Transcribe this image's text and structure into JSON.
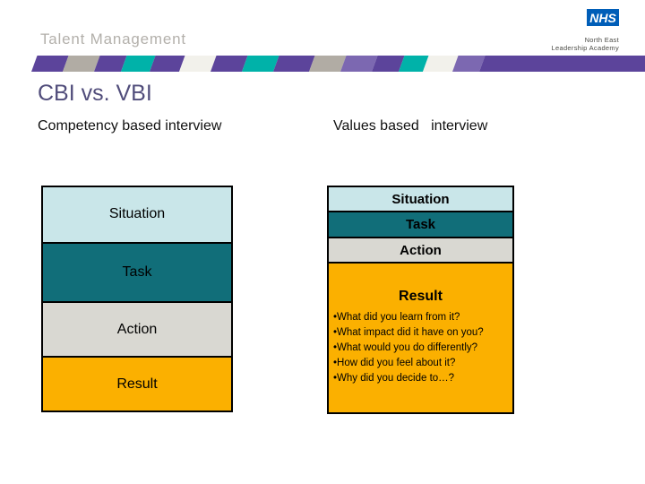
{
  "brand": {
    "program": "Talent Management",
    "nhs_logo": "NHS",
    "org_line1": "North East",
    "org_line2": "Leadership Academy",
    "nhs_blue": "#005EB8"
  },
  "slide": {
    "title": "CBI vs. VBI",
    "title_color": "#514D7B",
    "background": "#FFFFFF"
  },
  "banner": {
    "segments": [
      {
        "color": "#5C449B",
        "width": 35
      },
      {
        "color": "#B1ACA4",
        "width": 35
      },
      {
        "color": "#5C449B",
        "width": 30
      },
      {
        "color": "#00B2A9",
        "width": 32
      },
      {
        "color": "#5C449B",
        "width": 33
      },
      {
        "color": "#F2F1EB",
        "width": 35
      },
      {
        "color": "#5C449B",
        "width": 35
      },
      {
        "color": "#00B2A9",
        "width": 35
      },
      {
        "color": "#5C449B",
        "width": 40
      },
      {
        "color": "#B1ACA4",
        "width": 35
      },
      {
        "color": "#7C68B1",
        "width": 35
      },
      {
        "color": "#5C449B",
        "width": 30
      },
      {
        "color": "#00B2A9",
        "width": 27
      },
      {
        "color": "#F2F1EB",
        "width": 33
      },
      {
        "color": "#7C68B1",
        "width": 30
      },
      {
        "color": "#5C449B",
        "width": 0
      }
    ]
  },
  "left_column": {
    "heading": "Competency based interview",
    "segments": [
      {
        "label": "Situation",
        "color": "#C9E6E9"
      },
      {
        "label": "Task",
        "color": "#116E79"
      },
      {
        "label": "Action",
        "color": "#D9D8D2"
      },
      {
        "label": "Result",
        "color": "#FBB000"
      }
    ]
  },
  "right_column": {
    "heading": "Values based   interview",
    "segments": [
      {
        "label": "Situation",
        "color": "#C9E6E9"
      },
      {
        "label": "Task",
        "color": "#116E79"
      },
      {
        "label": "Action",
        "color": "#D9D8D2"
      },
      {
        "label": "Result",
        "color": "#FBB000"
      }
    ],
    "bullet_char": "•",
    "result_bullets": [
      "What did you learn from it?",
      "What impact did it have on you?",
      "What would you do differently?",
      "How did you feel about it?",
      "Why did you decide to…?"
    ]
  }
}
